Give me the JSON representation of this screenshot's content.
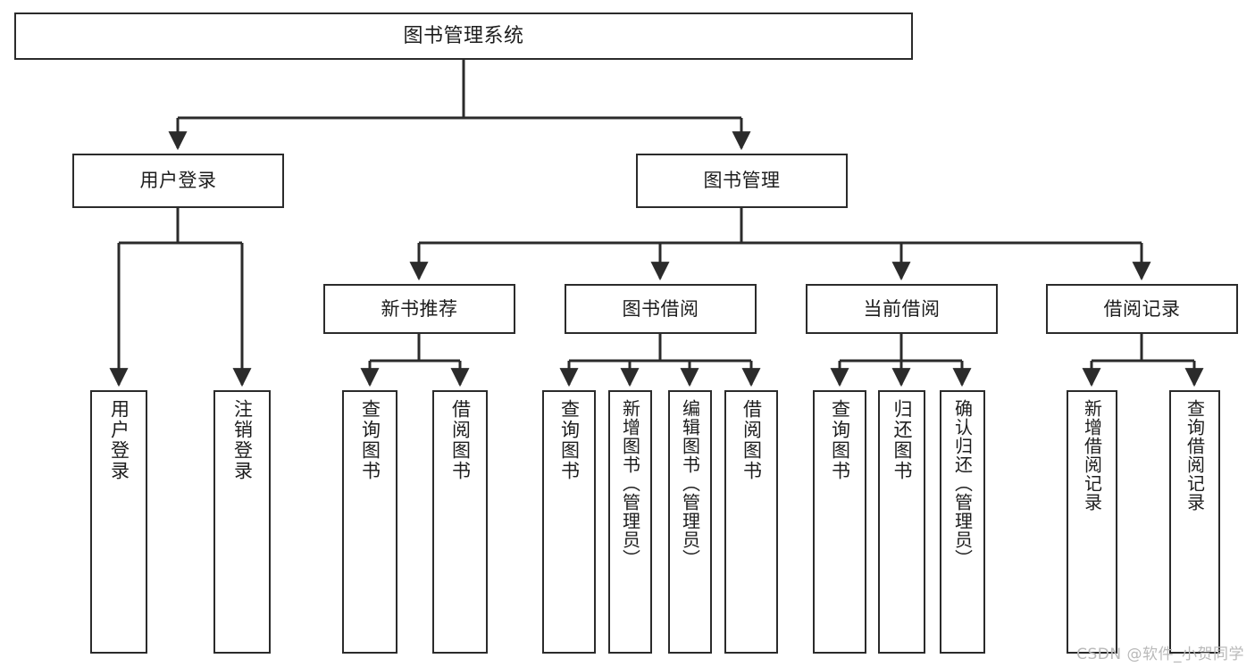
{
  "diagram": {
    "title": "图书管理系统",
    "type": "tree-hierarchy-chart",
    "watermark": "CSDN @软件_小贺同学",
    "colors": {
      "box_border": "#2b2b2b",
      "box_fill": "#ffffff",
      "connector": "#2b2b2b",
      "text": "#1d1d1d",
      "watermark": "#b9b9b9"
    }
  },
  "nodes": {
    "root": {
      "label": "图书管理系统"
    },
    "level1": [
      {
        "id": "user-login",
        "label": "用户登录"
      },
      {
        "id": "book-manage",
        "label": "图书管理"
      }
    ],
    "level2": [
      {
        "id": "new-book-recommend",
        "label": "新书推荐"
      },
      {
        "id": "book-borrow",
        "label": "图书借阅"
      },
      {
        "id": "current-borrow",
        "label": "当前借阅"
      },
      {
        "id": "borrow-record",
        "label": "借阅记录"
      }
    ],
    "leaves": {
      "user-login": [
        {
          "id": "leaf-user-login",
          "label": "用户登录"
        },
        {
          "id": "leaf-user-logout",
          "label": "注销登录"
        }
      ],
      "new-book-recommend": [
        {
          "id": "leaf-query-book-1",
          "label": "查询图书"
        },
        {
          "id": "leaf-borrow-book-1",
          "label": "借阅图书"
        }
      ],
      "book-borrow": [
        {
          "id": "leaf-query-book-2",
          "label": "查询图书"
        },
        {
          "id": "leaf-add-book",
          "label": "新增图书（管理员）"
        },
        {
          "id": "leaf-edit-book",
          "label": "编辑图书（管理员）"
        },
        {
          "id": "leaf-borrow-book-2",
          "label": "借阅图书"
        }
      ],
      "current-borrow": [
        {
          "id": "leaf-query-book-3",
          "label": "查询图书"
        },
        {
          "id": "leaf-return-book",
          "label": "归还图书"
        },
        {
          "id": "leaf-confirm-return",
          "label": "确认归还（管理员）"
        }
      ],
      "borrow-record": [
        {
          "id": "leaf-add-record",
          "label": "新增借阅记录"
        },
        {
          "id": "leaf-query-record",
          "label": "查询借阅记录"
        }
      ]
    }
  }
}
